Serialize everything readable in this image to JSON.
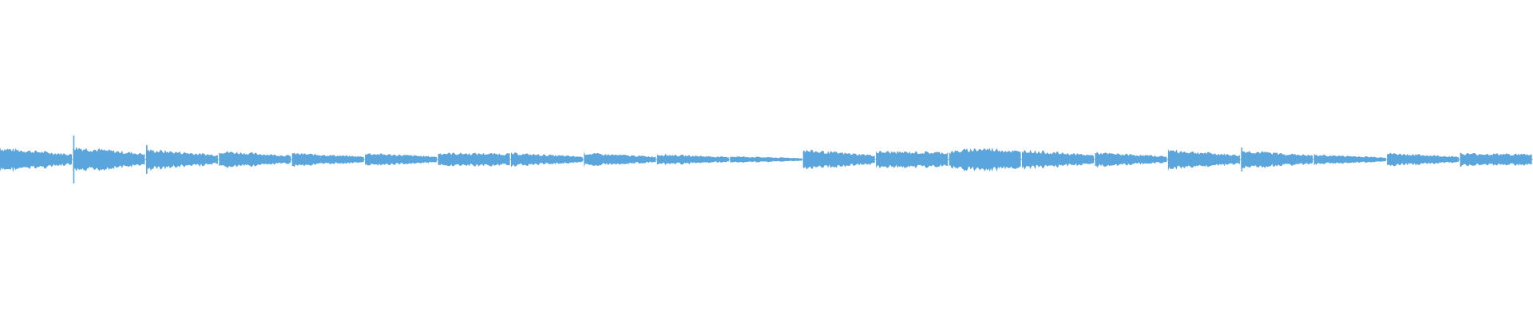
{
  "waveform": {
    "color": "#5aa5dc",
    "background": "#ffffff",
    "segments": [
      {
        "amp": 0.22,
        "env": "decay",
        "spike": 0.0
      },
      {
        "amp": 0.24,
        "env": "decay",
        "spike": 0.5
      },
      {
        "amp": 0.19,
        "env": "decay",
        "spike": 0.3
      },
      {
        "amp": 0.16,
        "env": "decay",
        "spike": 0.0
      },
      {
        "amp": 0.12,
        "env": "decay",
        "spike": 0.0
      },
      {
        "amp": 0.12,
        "env": "decay",
        "spike": 0.0
      },
      {
        "amp": 0.13,
        "env": "flat",
        "spike": 0.0
      },
      {
        "amp": 0.12,
        "env": "decay",
        "spike": 0.0
      },
      {
        "amp": 0.12,
        "env": "decay",
        "spike": 0.0
      },
      {
        "amp": 0.1,
        "env": "decay",
        "spike": 0.0
      },
      {
        "amp": 0.06,
        "env": "decay",
        "spike": 0.0
      },
      {
        "amp": 0.18,
        "env": "decay",
        "spike": 0.0
      },
      {
        "amp": 0.16,
        "env": "flat",
        "spike": 0.0
      },
      {
        "amp": 0.19,
        "env": "bulge",
        "spike": 0.0
      },
      {
        "amp": 0.18,
        "env": "decay",
        "spike": 0.0
      },
      {
        "amp": 0.13,
        "env": "decay",
        "spike": 0.0
      },
      {
        "amp": 0.18,
        "env": "decay",
        "spike": 0.0
      },
      {
        "amp": 0.17,
        "env": "decay",
        "spike": 0.25
      },
      {
        "amp": 0.09,
        "env": "decay",
        "spike": 0.0
      },
      {
        "amp": 0.12,
        "env": "decay",
        "spike": 0.0
      },
      {
        "amp": 0.12,
        "env": "flat",
        "spike": 0.0
      }
    ]
  }
}
